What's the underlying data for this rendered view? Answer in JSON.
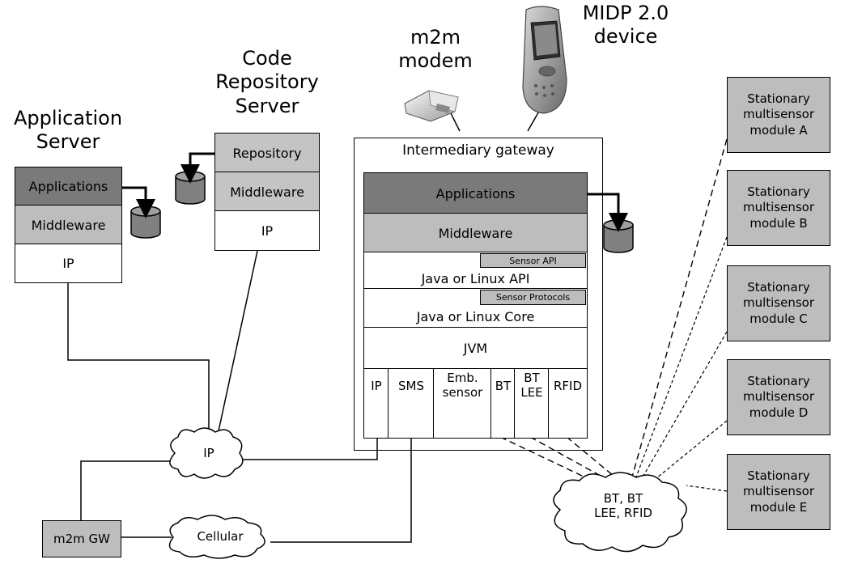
{
  "app_server": {
    "title_line1": "Application",
    "title_line2": "Server",
    "applications": "Applications",
    "middleware": "Middleware",
    "ip": "IP"
  },
  "code_repo": {
    "title_line1": "Code",
    "title_line2": "Repository",
    "title_line3": "Server",
    "repository": "Repository",
    "middleware": "Middleware",
    "ip": "IP"
  },
  "m2m_modem": {
    "line1": "m2m",
    "line2": "modem"
  },
  "midp": {
    "line1": "MIDP 2.0",
    "line2": "device"
  },
  "gateway": {
    "title": "Intermediary gateway",
    "applications": "Applications",
    "middleware": "Middleware",
    "sensor_api": "Sensor API",
    "java_api": "Java or Linux API",
    "sensor_protocols": "Sensor Protocols",
    "java_core": "Java or Linux Core",
    "jvm": "JVM",
    "ip": "IP",
    "sms": "SMS",
    "emb_line1": "Emb.",
    "emb_line2": "sensor",
    "bt": "BT",
    "btlee_line1": "BT",
    "btlee_line2": "LEE",
    "rfid": "RFID"
  },
  "modules": [
    {
      "l1": "Stationary",
      "l2": "multisensor",
      "l3": "module A"
    },
    {
      "l1": "Stationary",
      "l2": "multisensor",
      "l3": "module B"
    },
    {
      "l1": "Stationary",
      "l2": "multisensor",
      "l3": "module C"
    },
    {
      "l1": "Stationary",
      "l2": "multisensor",
      "l3": "module D"
    },
    {
      "l1": "Stationary",
      "l2": "multisensor",
      "l3": "module E"
    }
  ],
  "clouds": {
    "ip": "IP",
    "cellular": "Cellular",
    "bt_line1": "BT, BT",
    "bt_line2": "LEE, RFID"
  },
  "m2m_gw": "m2m GW",
  "colors": {
    "dark_fill": "#7a7a7a",
    "mid_fill": "#bdbdbd",
    "light_fill": "#c4c4c4",
    "db_fill": "#808080"
  }
}
